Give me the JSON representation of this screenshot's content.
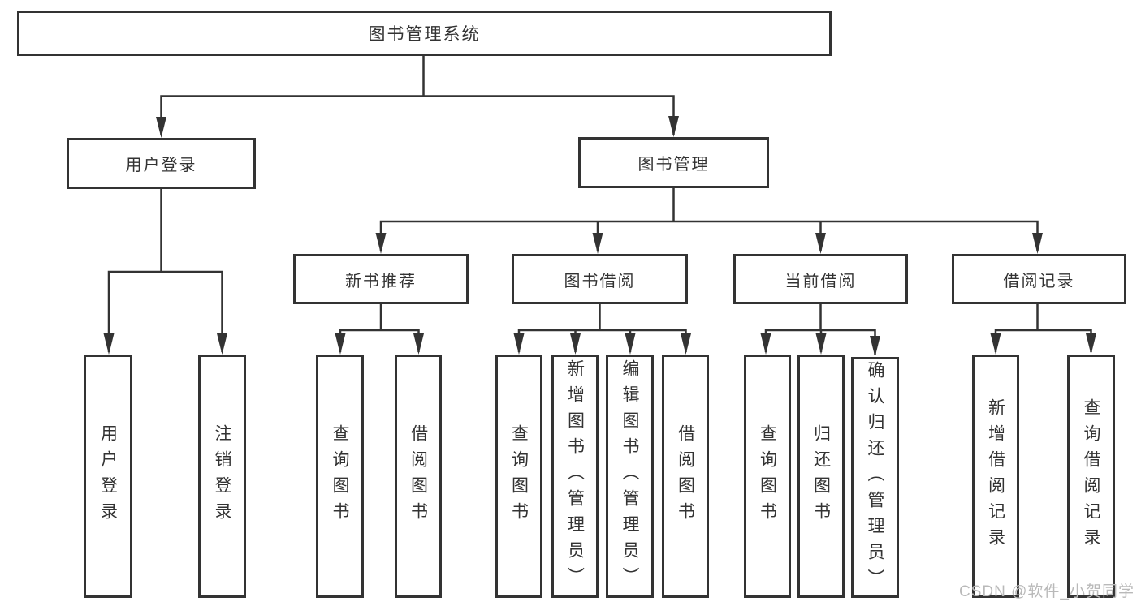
{
  "diagram": {
    "type": "hierarchy-tree",
    "watermark": "CSDN @软件_小贺同学",
    "colors": {
      "line": "#333333",
      "text": "#333333",
      "box_background": "#ffffff",
      "watermark": "#b9b9b9"
    },
    "nodes": {
      "root": {
        "label": "图书管理系统"
      },
      "user_login": {
        "label": "用户登录"
      },
      "book_mgmt": {
        "label": "图书管理"
      },
      "new_book_rec": {
        "label": "新书推荐"
      },
      "book_borrow": {
        "label": "图书借阅"
      },
      "current_borrow": {
        "label": "当前借阅"
      },
      "borrow_record": {
        "label": "借阅记录"
      },
      "ul_user_login": {
        "label": "用户登录"
      },
      "ul_logout": {
        "label": "注销登录"
      },
      "nb_query_book": {
        "label": "查询图书"
      },
      "nb_borrow_book": {
        "label": "借阅图书"
      },
      "bb_query_book": {
        "label": "查询图书"
      },
      "bb_add_book": {
        "label": "新增图书（管理员）"
      },
      "bb_edit_book": {
        "label": "编辑图书（管理员）"
      },
      "bb_borrow_book": {
        "label": "借阅图书"
      },
      "cb_query_book": {
        "label": "查询图书"
      },
      "cb_return_book": {
        "label": "归还图书"
      },
      "cb_confirm_return": {
        "label": "确认归还（管理员）"
      },
      "br_add_record": {
        "label": "新增借阅记录"
      },
      "br_query_record": {
        "label": "查询借阅记录"
      }
    },
    "edges": [
      [
        "root",
        "user_login"
      ],
      [
        "root",
        "book_mgmt"
      ],
      [
        "user_login",
        "ul_user_login"
      ],
      [
        "user_login",
        "ul_logout"
      ],
      [
        "book_mgmt",
        "new_book_rec"
      ],
      [
        "book_mgmt",
        "book_borrow"
      ],
      [
        "book_mgmt",
        "current_borrow"
      ],
      [
        "book_mgmt",
        "borrow_record"
      ],
      [
        "new_book_rec",
        "nb_query_book"
      ],
      [
        "new_book_rec",
        "nb_borrow_book"
      ],
      [
        "book_borrow",
        "bb_query_book"
      ],
      [
        "book_borrow",
        "bb_add_book"
      ],
      [
        "book_borrow",
        "bb_edit_book"
      ],
      [
        "book_borrow",
        "bb_borrow_book"
      ],
      [
        "current_borrow",
        "cb_query_book"
      ],
      [
        "current_borrow",
        "cb_return_book"
      ],
      [
        "current_borrow",
        "cb_confirm_return"
      ],
      [
        "borrow_record",
        "br_add_record"
      ],
      [
        "borrow_record",
        "br_query_record"
      ]
    ]
  }
}
